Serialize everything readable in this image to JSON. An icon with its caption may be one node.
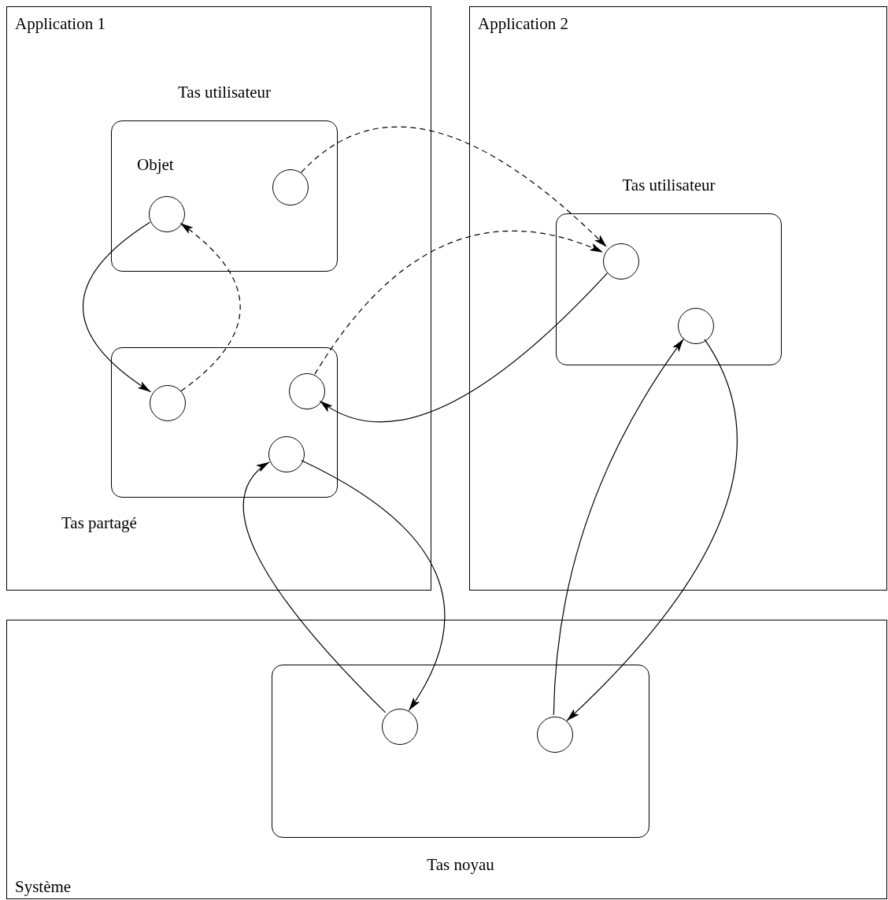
{
  "diagram": {
    "nodes": [
      {
        "text": [
          "Application 1"
        ]
      },
      {
        "text": [
          "Tas utilisateur"
        ],
        "in": 0
      },
      {
        "text": [],
        "shape": "circle",
        "beside": [
          "Objet"
        ],
        "in": 1
      },
      {
        "text": [],
        "shape": "circle",
        "in": 1
      },
      {
        "text": [
          "Tas partagé"
        ],
        "in": 0
      },
      {
        "text": [],
        "shape": "circle",
        "in": 4
      },
      {
        "text": [],
        "shape": "circle",
        "in": 4
      },
      {
        "text": [],
        "shape": "circle",
        "in": 4
      },
      {
        "text": [
          "Application 2"
        ]
      },
      {
        "text": [
          "Tas utilisateur"
        ],
        "in": 8
      },
      {
        "text": [],
        "shape": "circle",
        "in": 9
      },
      {
        "text": [],
        "shape": "circle",
        "in": 9
      },
      {
        "text": [
          "Système"
        ]
      },
      {
        "text": [
          "Tas noyau"
        ],
        "in": 12
      },
      {
        "text": [],
        "shape": "circle",
        "in": 13
      },
      {
        "text": [],
        "shape": "circle",
        "in": 13
      }
    ],
    "edges": [
      {
        "from": 3,
        "to": 10,
        "arrow": "to",
        "style": "dashed"
      },
      {
        "from": 6,
        "to": 10,
        "arrow": "to",
        "style": "dashed"
      },
      {
        "from": 10,
        "to": 6,
        "arrow": "to"
      },
      {
        "from": 2,
        "to": 5,
        "arrow": "to"
      },
      {
        "from": 5,
        "to": 2,
        "arrow": "to",
        "style": "dashed"
      },
      {
        "from": 7,
        "to": 14,
        "arrow": "to"
      },
      {
        "from": 14,
        "to": 7,
        "arrow": "to"
      },
      {
        "from": 11,
        "to": 15,
        "arrow": "to"
      },
      {
        "from": 15,
        "to": 11,
        "arrow": "to"
      }
    ]
  }
}
